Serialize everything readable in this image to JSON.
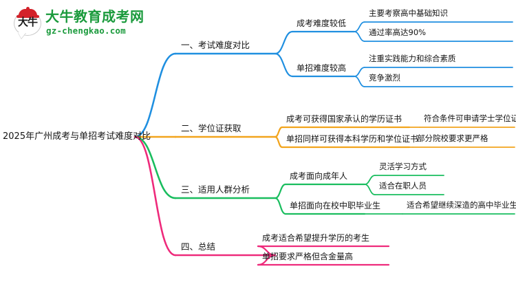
{
  "logo": {
    "mark_text": "大牛",
    "title": "大牛教育成考网",
    "url": "gz-chengkao.com",
    "brand_green": "#1a9a3c",
    "brand_red": "#d3222a"
  },
  "mindmap": {
    "root": {
      "label": "2025年广州成考与单招考试难度对比"
    },
    "branches": [
      {
        "label": "一、考试难度对比",
        "color": "#1f8fe0",
        "children": [
          {
            "label": "成考难度较低",
            "children": [
              {
                "label": "主要考察高中基础知识"
              },
              {
                "label": "通过率高达90%"
              }
            ]
          },
          {
            "label": "单招难度较高",
            "children": [
              {
                "label": "注重实践能力和综合素质"
              },
              {
                "label": "竞争激烈"
              }
            ]
          }
        ]
      },
      {
        "label": "二、学位证获取",
        "color": "#f2a41c",
        "children": [
          {
            "label": "成考可获得国家承认的学历证书",
            "children": [
              {
                "label": "符合条件可申请学士学位证"
              }
            ]
          },
          {
            "label": "单招同样可获得本科学历和学位证书",
            "children": [
              {
                "label": "部分院校要求更严格"
              }
            ]
          }
        ]
      },
      {
        "label": "三、适用人群分析",
        "color": "#19bd5e",
        "children": [
          {
            "label": "成考面向成年人",
            "children": [
              {
                "label": "灵活学习方式"
              },
              {
                "label": "适合在职人员"
              }
            ]
          },
          {
            "label": "单招面向在校中职毕业生",
            "children": [
              {
                "label": "适合希望继续深造的高中毕业生"
              }
            ]
          }
        ]
      },
      {
        "label": "四、总结",
        "color": "#ee2a7b",
        "children": [
          {
            "label": "成考适合希望提升学历的考生",
            "children": []
          },
          {
            "label": "单招要求严格但含金量高",
            "children": []
          }
        ]
      }
    ]
  }
}
